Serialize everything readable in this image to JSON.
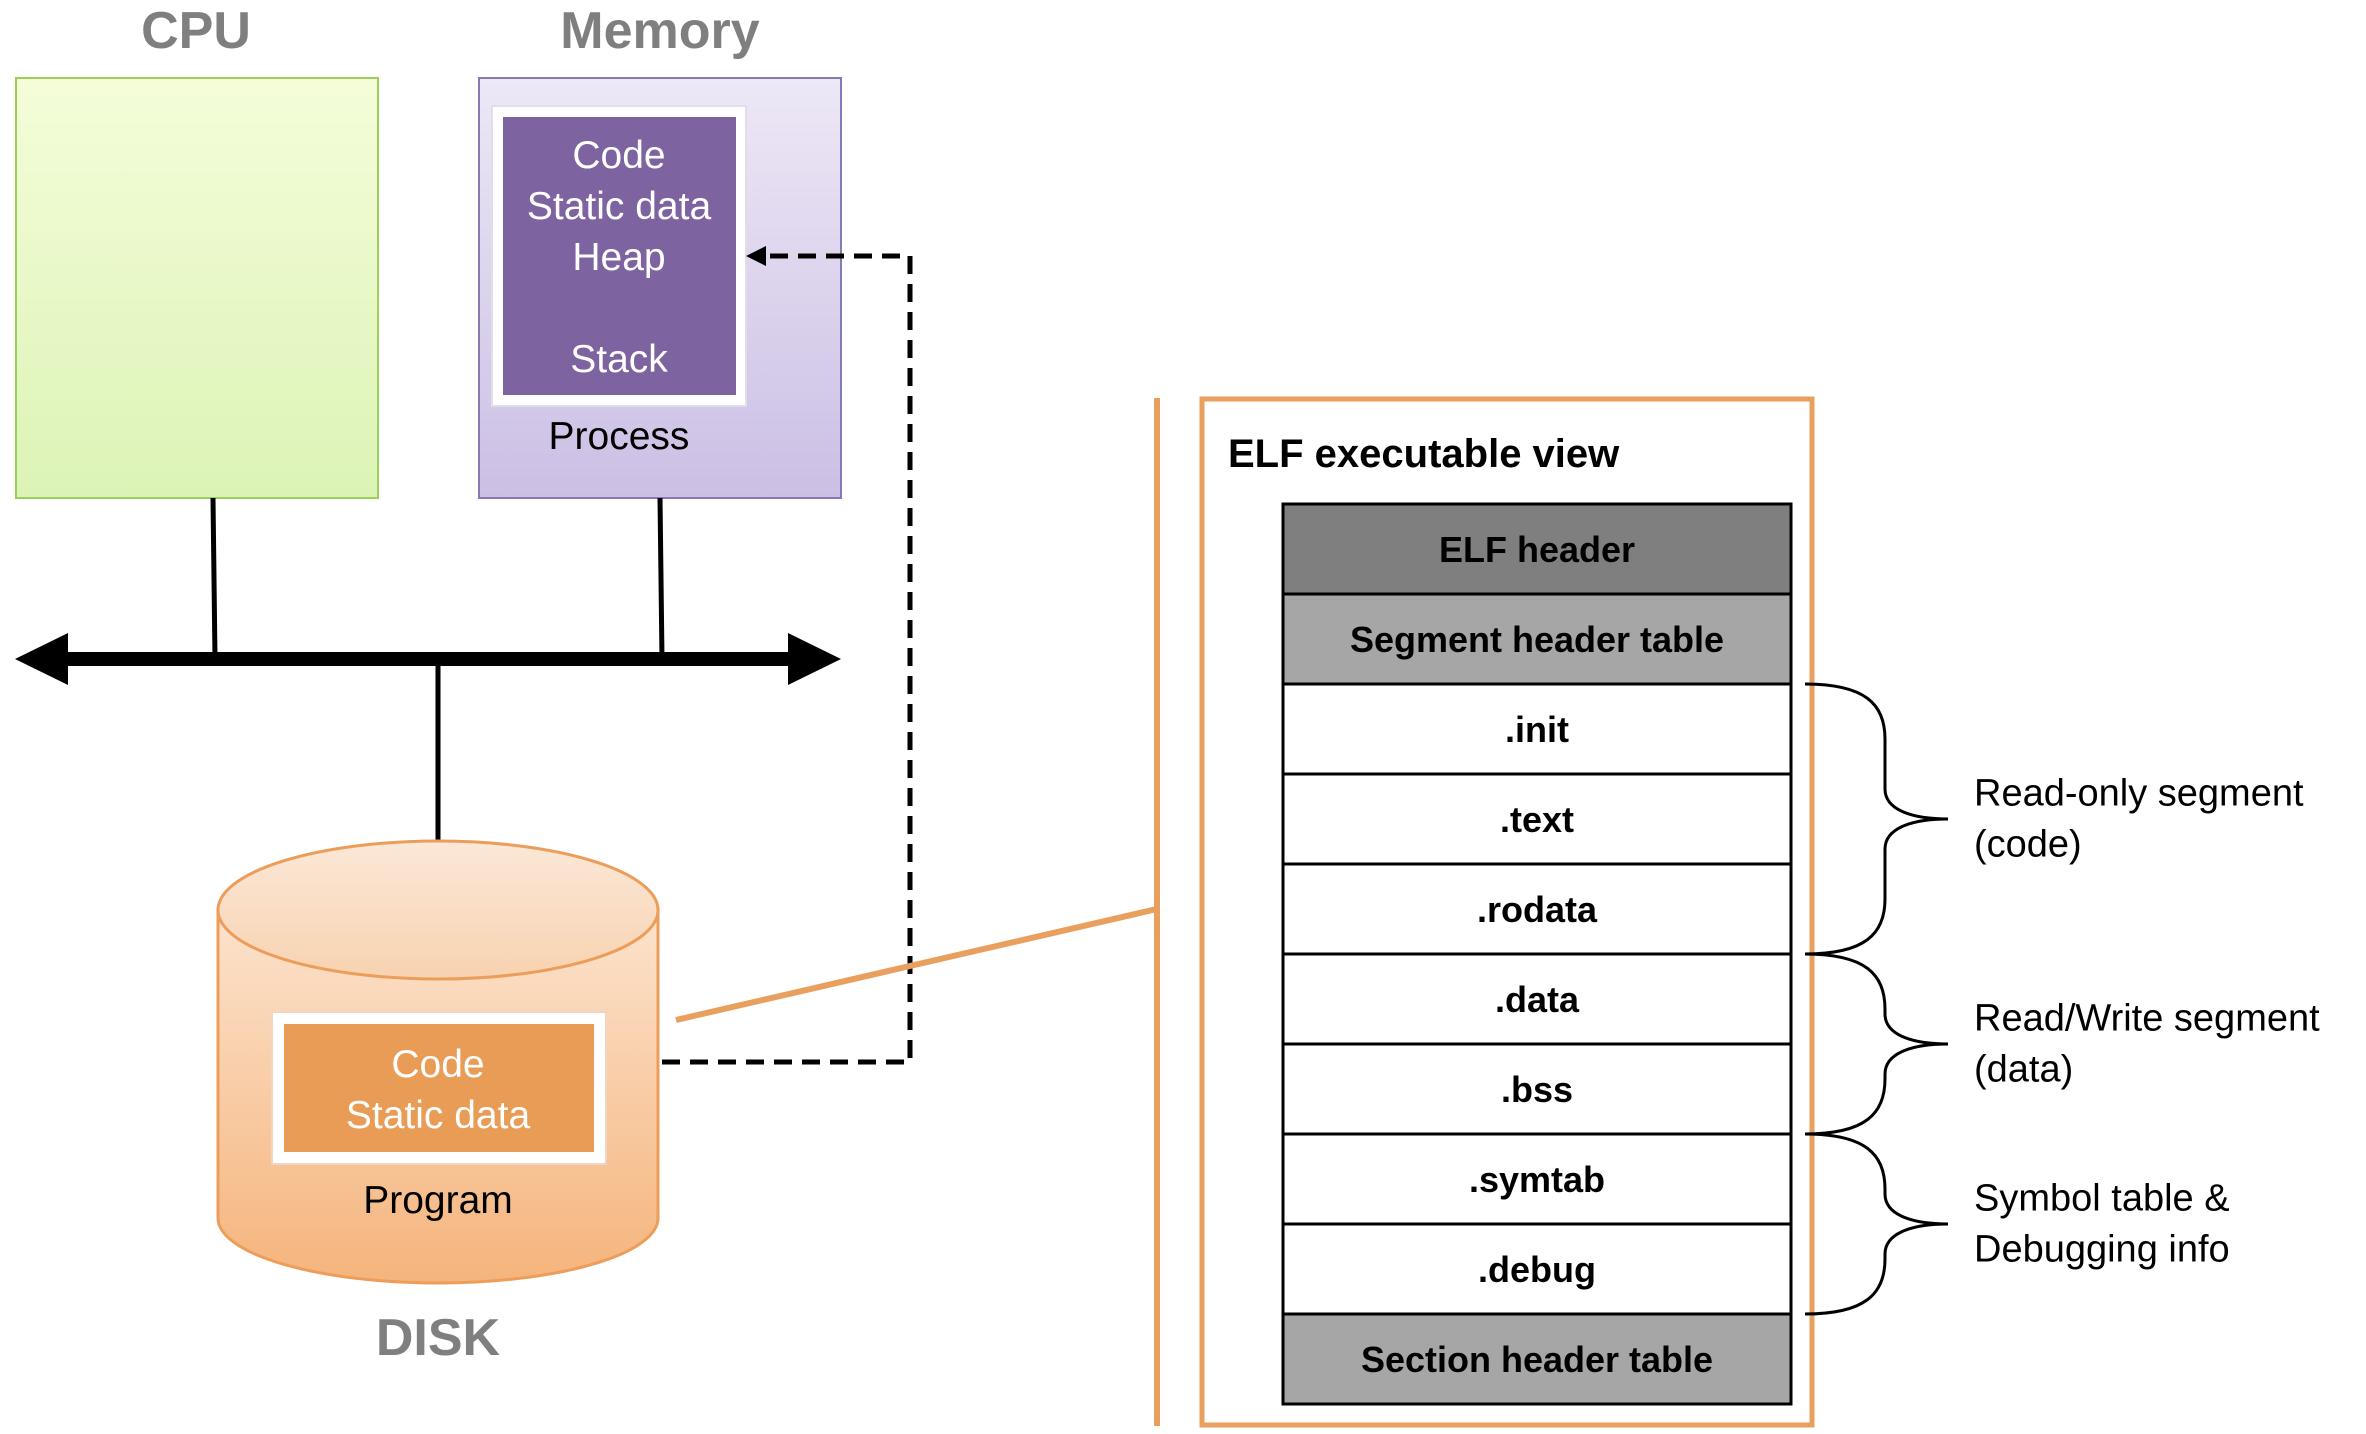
{
  "components": {
    "cpu": {
      "title": "CPU"
    },
    "memory": {
      "title": "Memory",
      "process_contents": [
        "Code",
        "Static data",
        "Heap",
        "Stack"
      ],
      "process_label": "Process"
    },
    "disk": {
      "title": "DISK",
      "program_contents": [
        "Code",
        "Static data"
      ],
      "program_label": "Program"
    }
  },
  "elf": {
    "title": "ELF executable view",
    "rows": [
      {
        "label": "ELF header",
        "kind": "header-dark"
      },
      {
        "label": "Segment header table",
        "kind": "header-light"
      },
      {
        "label": ".init",
        "kind": "section"
      },
      {
        "label": ".text",
        "kind": "section"
      },
      {
        "label": ".rodata",
        "kind": "section"
      },
      {
        "label": ".data",
        "kind": "section"
      },
      {
        "label": ".bss",
        "kind": "section"
      },
      {
        "label": ".symtab",
        "kind": "section"
      },
      {
        "label": ".debug",
        "kind": "section"
      },
      {
        "label": "Section header table",
        "kind": "header-light"
      }
    ],
    "segments": [
      {
        "lines": [
          "Read-only segment",
          "(code)"
        ],
        "first_row": 2,
        "last_row": 4
      },
      {
        "lines": [
          "Read/Write segment",
          "(data)"
        ],
        "first_row": 5,
        "last_row": 6
      },
      {
        "lines": [
          "Symbol table &",
          "Debugging info"
        ],
        "first_row": 7,
        "last_row": 8
      }
    ]
  },
  "colors": {
    "title_gray": "#7f7f7f",
    "orange": "#e99f5e",
    "orange_fill": "#e99c55",
    "process_purple": "#7d63a0",
    "memory_border": "#8a78b4",
    "cpu_border": "#9ccf5a",
    "elf_dark": "#7f7f7f",
    "elf_light": "#a6a6a6"
  }
}
